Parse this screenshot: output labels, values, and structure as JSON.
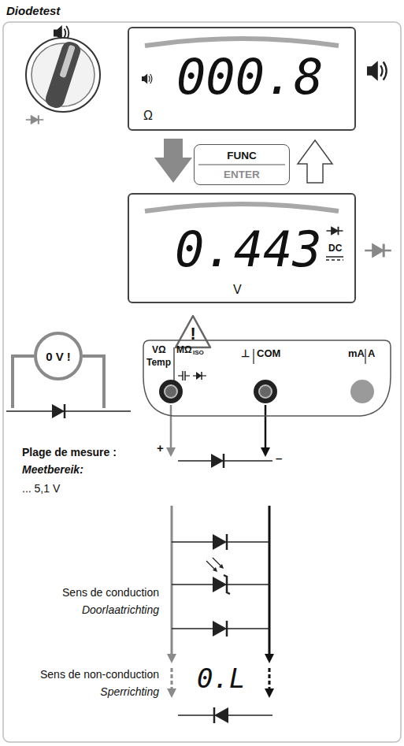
{
  "diagram": {
    "title": "Diodetest",
    "nodes": [
      {
        "text": [
          "000.8",
          "Ω"
        ]
      },
      {
        "text": [
          "FUNC",
          "ENTER"
        ]
      },
      {
        "text": [
          "0.443",
          "DC",
          "V"
        ]
      },
      {
        "text": [
          "!"
        ]
      },
      {
        "text": [
          "0 V !"
        ]
      },
      {
        "text": [
          "VΩ",
          "Temp",
          "MΩ",
          "ISO",
          "⊥",
          "COM",
          "mA",
          "A"
        ]
      }
    ],
    "labels": [
      "Plage de mesure :",
      "+",
      "–",
      "Meetbereik:",
      "... 5,1 V",
      "Sens de conduction",
      "Doorlaatrichting",
      "Sens de non-conduction",
      "Sperrichting",
      "0.L"
    ]
  }
}
